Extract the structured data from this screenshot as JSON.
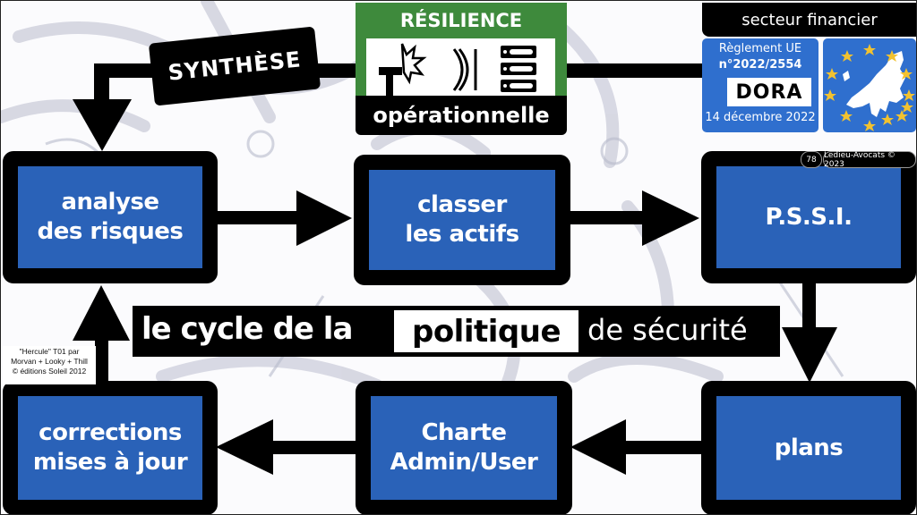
{
  "header": {
    "resilience_top": "RÉSILIENCE",
    "resilience_bottom": "opérationnelle",
    "synthese_label": "SYNTHÈSE",
    "sector": "secteur financier",
    "regulation": {
      "line1": "Règlement UE",
      "number": "n°2022/2554",
      "name": "DORA",
      "date": "14 décembre 2022"
    },
    "page_number": "78",
    "copyright": "Ledieu-Avocats © 2023"
  },
  "cycle_title": {
    "part1": "le cycle de la",
    "highlight": "politique",
    "part3": "de sécurité"
  },
  "nodes": [
    {
      "id": "analyse",
      "label": "analyse\ndes risques"
    },
    {
      "id": "classer",
      "label": "classer\nles actifs"
    },
    {
      "id": "pssi",
      "label": "P.S.S.I."
    },
    {
      "id": "plans",
      "label": "plans"
    },
    {
      "id": "charte",
      "label": "Charte\nAdmin/User"
    },
    {
      "id": "corrections",
      "label": "corrections\nmises à jour"
    }
  ],
  "credit": {
    "line1": "\"Hercule\" T01 par",
    "line2": "Morvan + Looky + Thill",
    "line3": "© éditions Soleil 2012"
  },
  "colors": {
    "box_blue": "#2a62b8",
    "resilience_green": "#3e8a3c",
    "eu_blue": "#2f6fce",
    "eu_star": "#f2c230"
  },
  "icons": [
    "hammer-impact-icon",
    "shield-arc-icon",
    "server-rack-icon",
    "eu-map-icon"
  ]
}
